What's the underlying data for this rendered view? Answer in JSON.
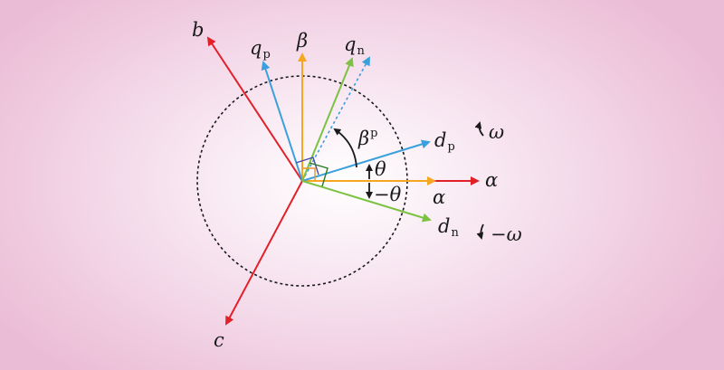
{
  "labels": {
    "b": "b",
    "c": "c",
    "alpha_axis": "α",
    "alpha_small": "α",
    "beta_axis": "β",
    "q_main": "q",
    "q_p_sub": "p",
    "q_n_main": "q",
    "q_n_sub": "n",
    "d_p_main": "d",
    "d_p_sub": "p",
    "d_n_main": "d",
    "d_n_sub": "n",
    "beta_p_main": "β",
    "beta_p_sup": "p",
    "theta": "θ",
    "neg_sign": "−",
    "neg_theta_sym": "θ",
    "omega": "ω",
    "neg_omega_sign": "−",
    "neg_omega_sym": "ω"
  },
  "colors": {
    "abc_axes": "#e2202a",
    "alpha_beta_axes": "#f5a623",
    "positive_frame": "#3aa0dc",
    "negative_frame": "#7cc242",
    "angle_markers": "#1a1a1a",
    "circle": "#1a1a1a"
  }
}
